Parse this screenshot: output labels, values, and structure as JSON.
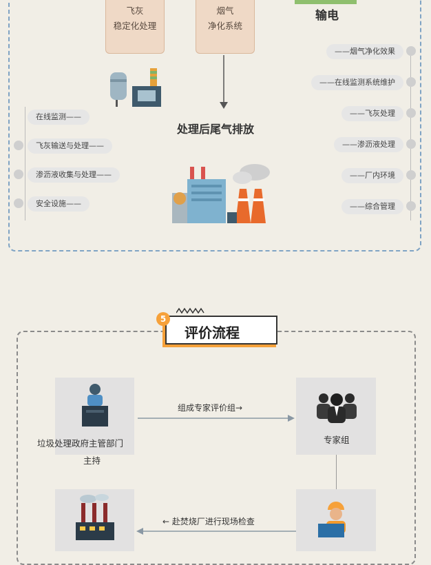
{
  "top": {
    "card_left": [
      "飞灰",
      "稳定化处理"
    ],
    "card_right": [
      "烟气",
      "净化系统"
    ],
    "power_label": "输电",
    "center_title": "处理后尾气排放",
    "left_items": [
      "在线监测——",
      "飞灰输送与处理——",
      "渗沥液收集与处理——",
      "安全设施——"
    ],
    "right_items": [
      "——烟气净化效果",
      "——在线监测系统维护",
      "——飞灰处理",
      "——渗沥液处理",
      "——厂内环境",
      "——综合管理"
    ]
  },
  "section": {
    "number": "5",
    "title": "评价流程"
  },
  "flow": {
    "gov_label_1": "垃圾处理政府主管部门",
    "gov_label_2": "主持",
    "arrow1_label": "组成专家评价组→",
    "expert_label": "专家组",
    "arrow2_label": "← 赴焚烧厂进行现场检查"
  },
  "colors": {
    "accent_orange": "#f39a2b",
    "dash_blue": "#7fa3c4",
    "card_peach": "#efd9c6"
  }
}
